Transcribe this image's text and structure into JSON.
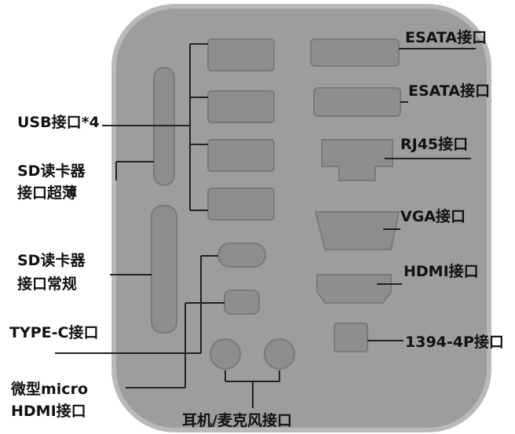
{
  "labels": {
    "esata_1": "ESATA接口",
    "esata_2": "ESATA接口",
    "rj45": "RJ45接口",
    "vga": "VGA接口",
    "hdmi": "HDMI接口",
    "p1394": "1394-4P接口",
    "usb": "USB接口*4",
    "sd_thin_1": "SD读卡器",
    "sd_thin_2": "接口超薄",
    "sd_std_1": "SD读卡器",
    "sd_std_2": "接口常规",
    "typec": "TYPE-C接口",
    "micro_hdmi_1": "微型micro",
    "micro_hdmi_2": "HDMI接口",
    "audio": "耳机/麦克风接口"
  },
  "colors": {
    "cover": "#9d9d9d",
    "cover_edge": "#b9b9b9",
    "plug": "#8e8e8e",
    "plug_edge": "#7a7a7a",
    "line": "#222222",
    "text": "#111111"
  }
}
